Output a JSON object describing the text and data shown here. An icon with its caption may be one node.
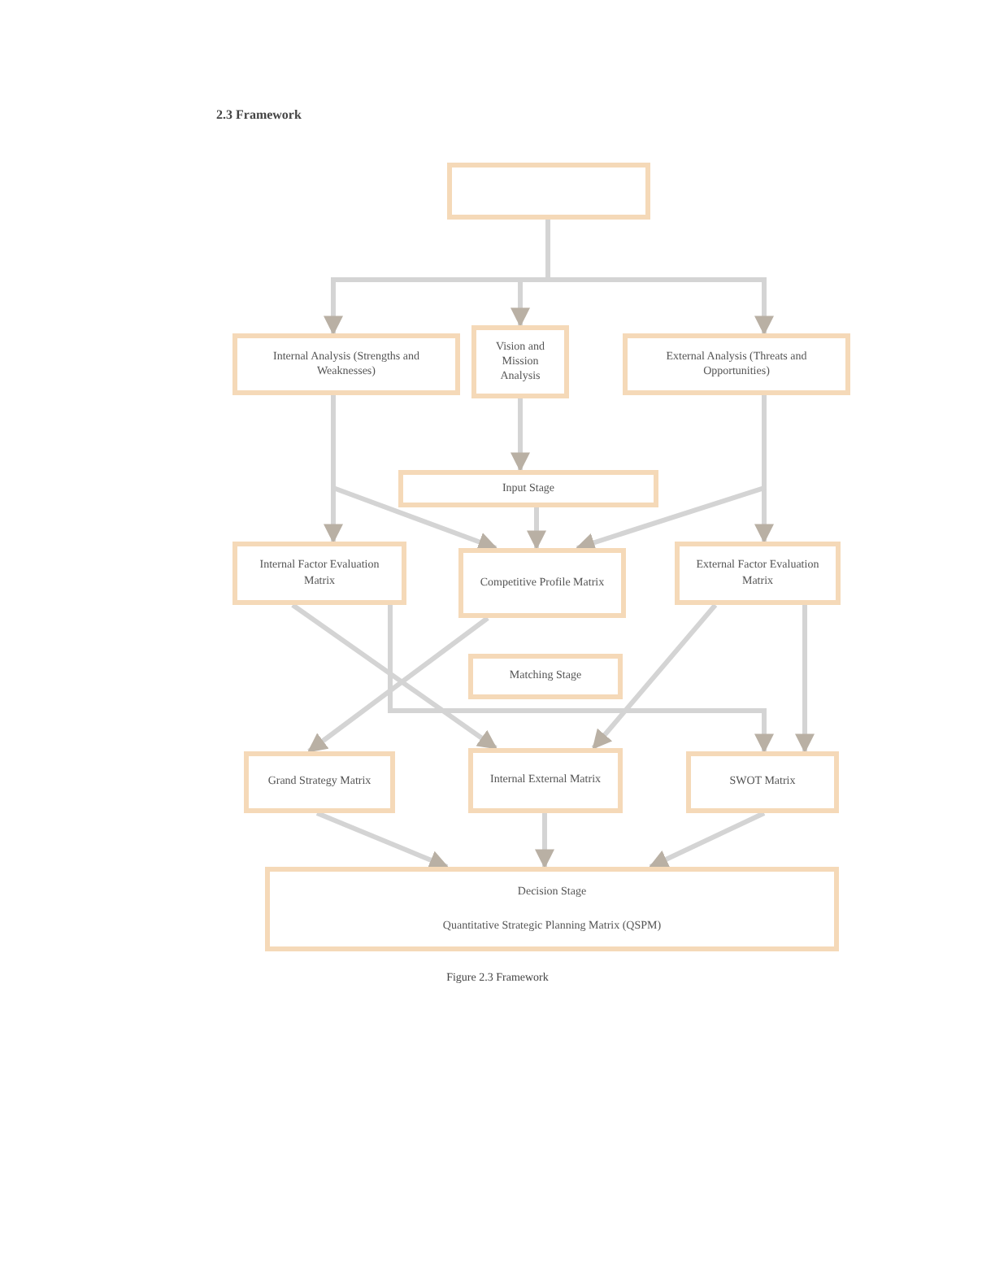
{
  "diagram": {
    "title": "2.3 Framework",
    "caption": "Figure 2.3 Framework",
    "nodes": [
      {
        "text": [],
        "shape": "box"
      },
      {
        "text": [
          "Internal Analysis (Strengths and Weaknesses)"
        ]
      },
      {
        "text": [
          "Vision and Mission Analysis"
        ]
      },
      {
        "text": [
          "External Analysis (Threats and Opportunities)"
        ]
      },
      {
        "text": [
          "Input Stage"
        ]
      },
      {
        "text": [
          "Internal Factor Evaluation Matrix"
        ]
      },
      {
        "text": [
          "Competitive Profile Matrix"
        ]
      },
      {
        "text": [
          "External Factor Evaluation Matrix"
        ]
      },
      {
        "text": [
          "Matching Stage"
        ]
      },
      {
        "text": [
          "Grand Strategy Matrix"
        ]
      },
      {
        "text": [
          "Internal External Matrix"
        ]
      },
      {
        "text": [
          "SWOT Matrix"
        ]
      },
      {
        "text": [
          "Decision Stage",
          "Quantitative Strategic Planning Matrix (QSPM)"
        ]
      }
    ],
    "edges": [
      {
        "from": 0,
        "to": 1,
        "arrow": "to"
      },
      {
        "from": 0,
        "to": 2,
        "arrow": "to"
      },
      {
        "from": 0,
        "to": 3,
        "arrow": "to"
      },
      {
        "from": 2,
        "to": 4,
        "arrow": "to"
      },
      {
        "from": 1,
        "to": 5,
        "arrow": "to"
      },
      {
        "from": 3,
        "to": 7,
        "arrow": "to"
      },
      {
        "from": 1,
        "to": 6,
        "arrow": "to"
      },
      {
        "from": 3,
        "to": 6,
        "arrow": "to"
      },
      {
        "from": 4,
        "to": 6,
        "arrow": "to"
      },
      {
        "from": 5,
        "to": 10,
        "arrow": "to"
      },
      {
        "from": 5,
        "to": 11,
        "arrow": "to"
      },
      {
        "from": 6,
        "to": 9,
        "arrow": "to"
      },
      {
        "from": 7,
        "to": 10,
        "arrow": "to"
      },
      {
        "from": 7,
        "to": 11,
        "arrow": "to"
      },
      {
        "from": 9,
        "to": 12,
        "arrow": "to"
      },
      {
        "from": 10,
        "to": 12,
        "arrow": "to"
      },
      {
        "from": 11,
        "to": 12,
        "arrow": "to"
      }
    ]
  }
}
